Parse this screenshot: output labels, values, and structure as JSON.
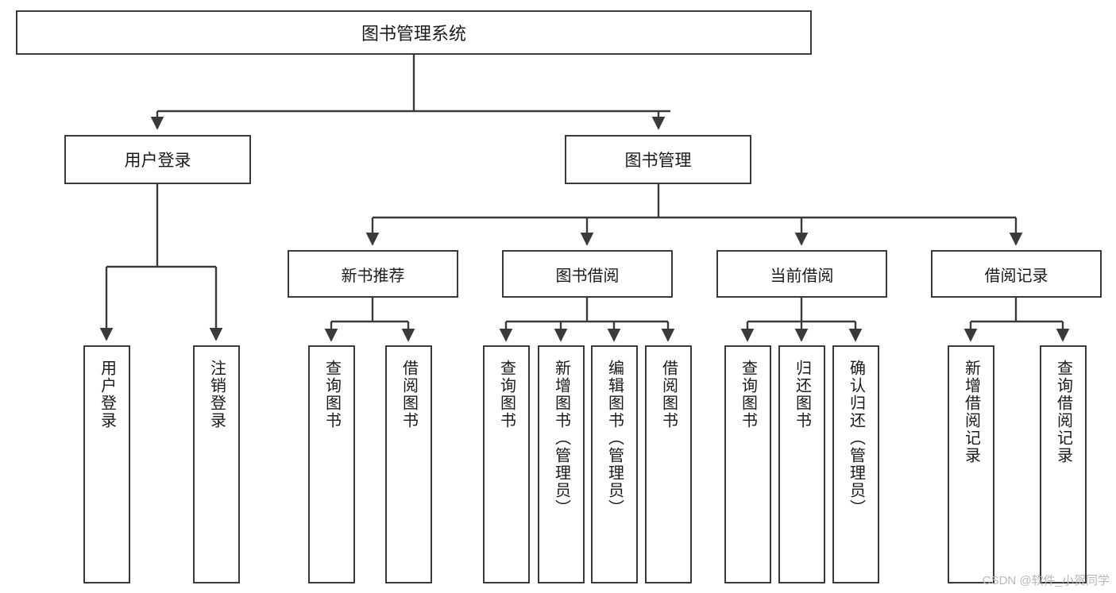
{
  "diagram": {
    "title": "图书管理系统",
    "type": "tree-hierarchy-diagram",
    "root": {
      "label": "图书管理系统"
    },
    "level2": [
      {
        "label": "用户登录"
      },
      {
        "label": "图书管理"
      }
    ],
    "level3": [
      {
        "label": "新书推荐"
      },
      {
        "label": "图书借阅"
      },
      {
        "label": "当前借阅"
      },
      {
        "label": "借阅记录"
      }
    ],
    "leaves": {
      "user_login": [
        {
          "label": "用户登录"
        },
        {
          "label": "注销登录"
        }
      ],
      "new_book_recommend": [
        {
          "label": "查询图书"
        },
        {
          "label": "借阅图书"
        }
      ],
      "book_borrow": [
        {
          "label": "查询图书"
        },
        {
          "label": "新增图书（管理员）"
        },
        {
          "label": "编辑图书（管理员）"
        },
        {
          "label": "借阅图书"
        }
      ],
      "current_borrow": [
        {
          "label": "查询图书"
        },
        {
          "label": "归还图书"
        },
        {
          "label": "确认归还（管理员）"
        }
      ],
      "borrow_record": [
        {
          "label": "新增借阅记录"
        },
        {
          "label": "查询借阅记录"
        }
      ]
    }
  },
  "watermark": {
    "text": "CSDN @软件_小贺同学"
  },
  "colors": {
    "line": "#3a3a3a",
    "box_border": "#3a3a3a",
    "box_fill": "#ffffff",
    "text": "#1a1a1a",
    "watermark": "#b9b9b9"
  }
}
